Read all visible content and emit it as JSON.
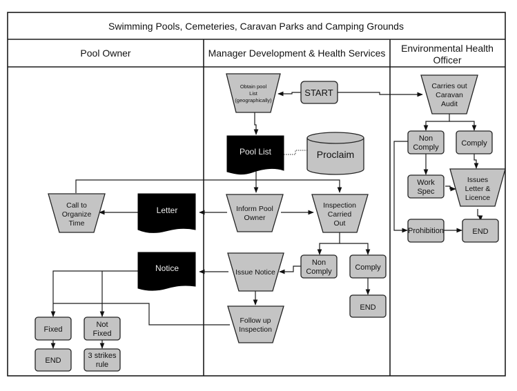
{
  "title": "Swimming Pools, Cemeteries, Caravan Parks and Camping Grounds",
  "lanes": [
    {
      "label": "Pool Owner"
    },
    {
      "label": "Manager Development & Health Services"
    },
    {
      "label_lines": [
        "Environmental Health",
        "Officer"
      ]
    }
  ],
  "colors": {
    "process_fill": "#c4c4c4",
    "document_fill": "#000000",
    "line": "#1a1a1a"
  },
  "nodes": {
    "obtain_pool_list": {
      "type": "manual-operation",
      "lines": [
        "Obtain pool",
        "List",
        "(geographically)"
      ]
    },
    "start": {
      "type": "terminal",
      "label": "START"
    },
    "carries_out_audit": {
      "type": "manual-operation",
      "lines": [
        "Carries out",
        "Caravan",
        "Audit"
      ]
    },
    "pool_list": {
      "type": "document",
      "label": "Pool List"
    },
    "proclaim": {
      "type": "database",
      "label": "Proclaim"
    },
    "eho_non_comply": {
      "type": "process",
      "lines": [
        "Non",
        "Comply"
      ]
    },
    "eho_comply": {
      "type": "process",
      "label": "Comply"
    },
    "work_spec": {
      "type": "process",
      "lines": [
        "Work",
        "Spec"
      ]
    },
    "issues_letter": {
      "type": "manual-operation",
      "lines": [
        "Issues",
        "Letter &",
        "Licence"
      ]
    },
    "prohibition": {
      "type": "process",
      "label": "Prohibition"
    },
    "eho_end": {
      "type": "terminal",
      "label": "END"
    },
    "call_to_organize": {
      "type": "manual-operation",
      "lines": [
        "Call to",
        "Organize",
        "Time"
      ]
    },
    "letter": {
      "type": "document",
      "label": "Letter"
    },
    "inform_pool_owner": {
      "type": "manual-operation",
      "lines": [
        "Inform Pool",
        "Owner"
      ]
    },
    "inspection_carried_out": {
      "type": "manual-operation",
      "lines": [
        "Inspection",
        "Carried",
        "Out"
      ]
    },
    "notice": {
      "type": "document",
      "label": "Notice"
    },
    "issue_notice": {
      "type": "manual-operation",
      "label": "Issue Notice"
    },
    "mgr_non_comply": {
      "type": "process",
      "lines": [
        "Non",
        "Comply"
      ]
    },
    "mgr_comply": {
      "type": "process",
      "label": "Comply"
    },
    "mgr_end": {
      "type": "terminal",
      "label": "END"
    },
    "follow_up": {
      "type": "manual-operation",
      "lines": [
        "Follow up",
        "Inspection"
      ]
    },
    "fixed": {
      "type": "process",
      "label": "Fixed"
    },
    "not_fixed": {
      "type": "process",
      "lines": [
        "Not",
        "Fixed"
      ]
    },
    "owner_end": {
      "type": "terminal",
      "label": "END"
    },
    "three_strikes": {
      "type": "process",
      "lines": [
        "3 strikes",
        "rule"
      ]
    }
  }
}
